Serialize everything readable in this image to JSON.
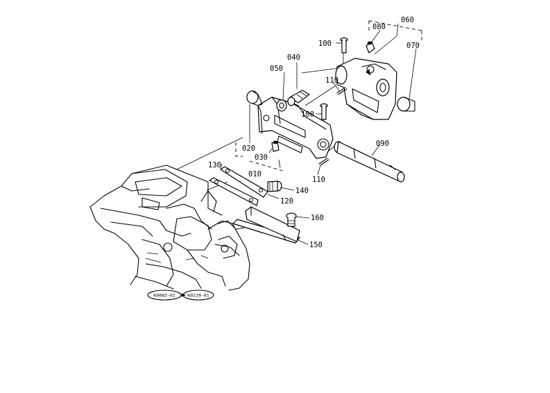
{
  "diagram": {
    "part_callouts": [
      {
        "id": "010",
        "label": "010"
      },
      {
        "id": "020",
        "label": "020"
      },
      {
        "id": "030",
        "label": "030"
      },
      {
        "id": "040",
        "label": "040"
      },
      {
        "id": "050",
        "label": "050"
      },
      {
        "id": "060",
        "label": "060"
      },
      {
        "id": "070",
        "label": "070"
      },
      {
        "id": "080",
        "label": "080"
      },
      {
        "id": "090",
        "label": "090"
      },
      {
        "id": "100a",
        "label": "100"
      },
      {
        "id": "100b",
        "label": "100"
      },
      {
        "id": "110a",
        "label": "110"
      },
      {
        "id": "110b",
        "label": "110"
      },
      {
        "id": "120",
        "label": "120"
      },
      {
        "id": "130",
        "label": "130"
      },
      {
        "id": "140",
        "label": "140"
      },
      {
        "id": "150",
        "label": "150"
      },
      {
        "id": "160",
        "label": "160"
      }
    ],
    "serial_range": {
      "from": "K0083-01",
      "to": "K0229-01"
    }
  }
}
